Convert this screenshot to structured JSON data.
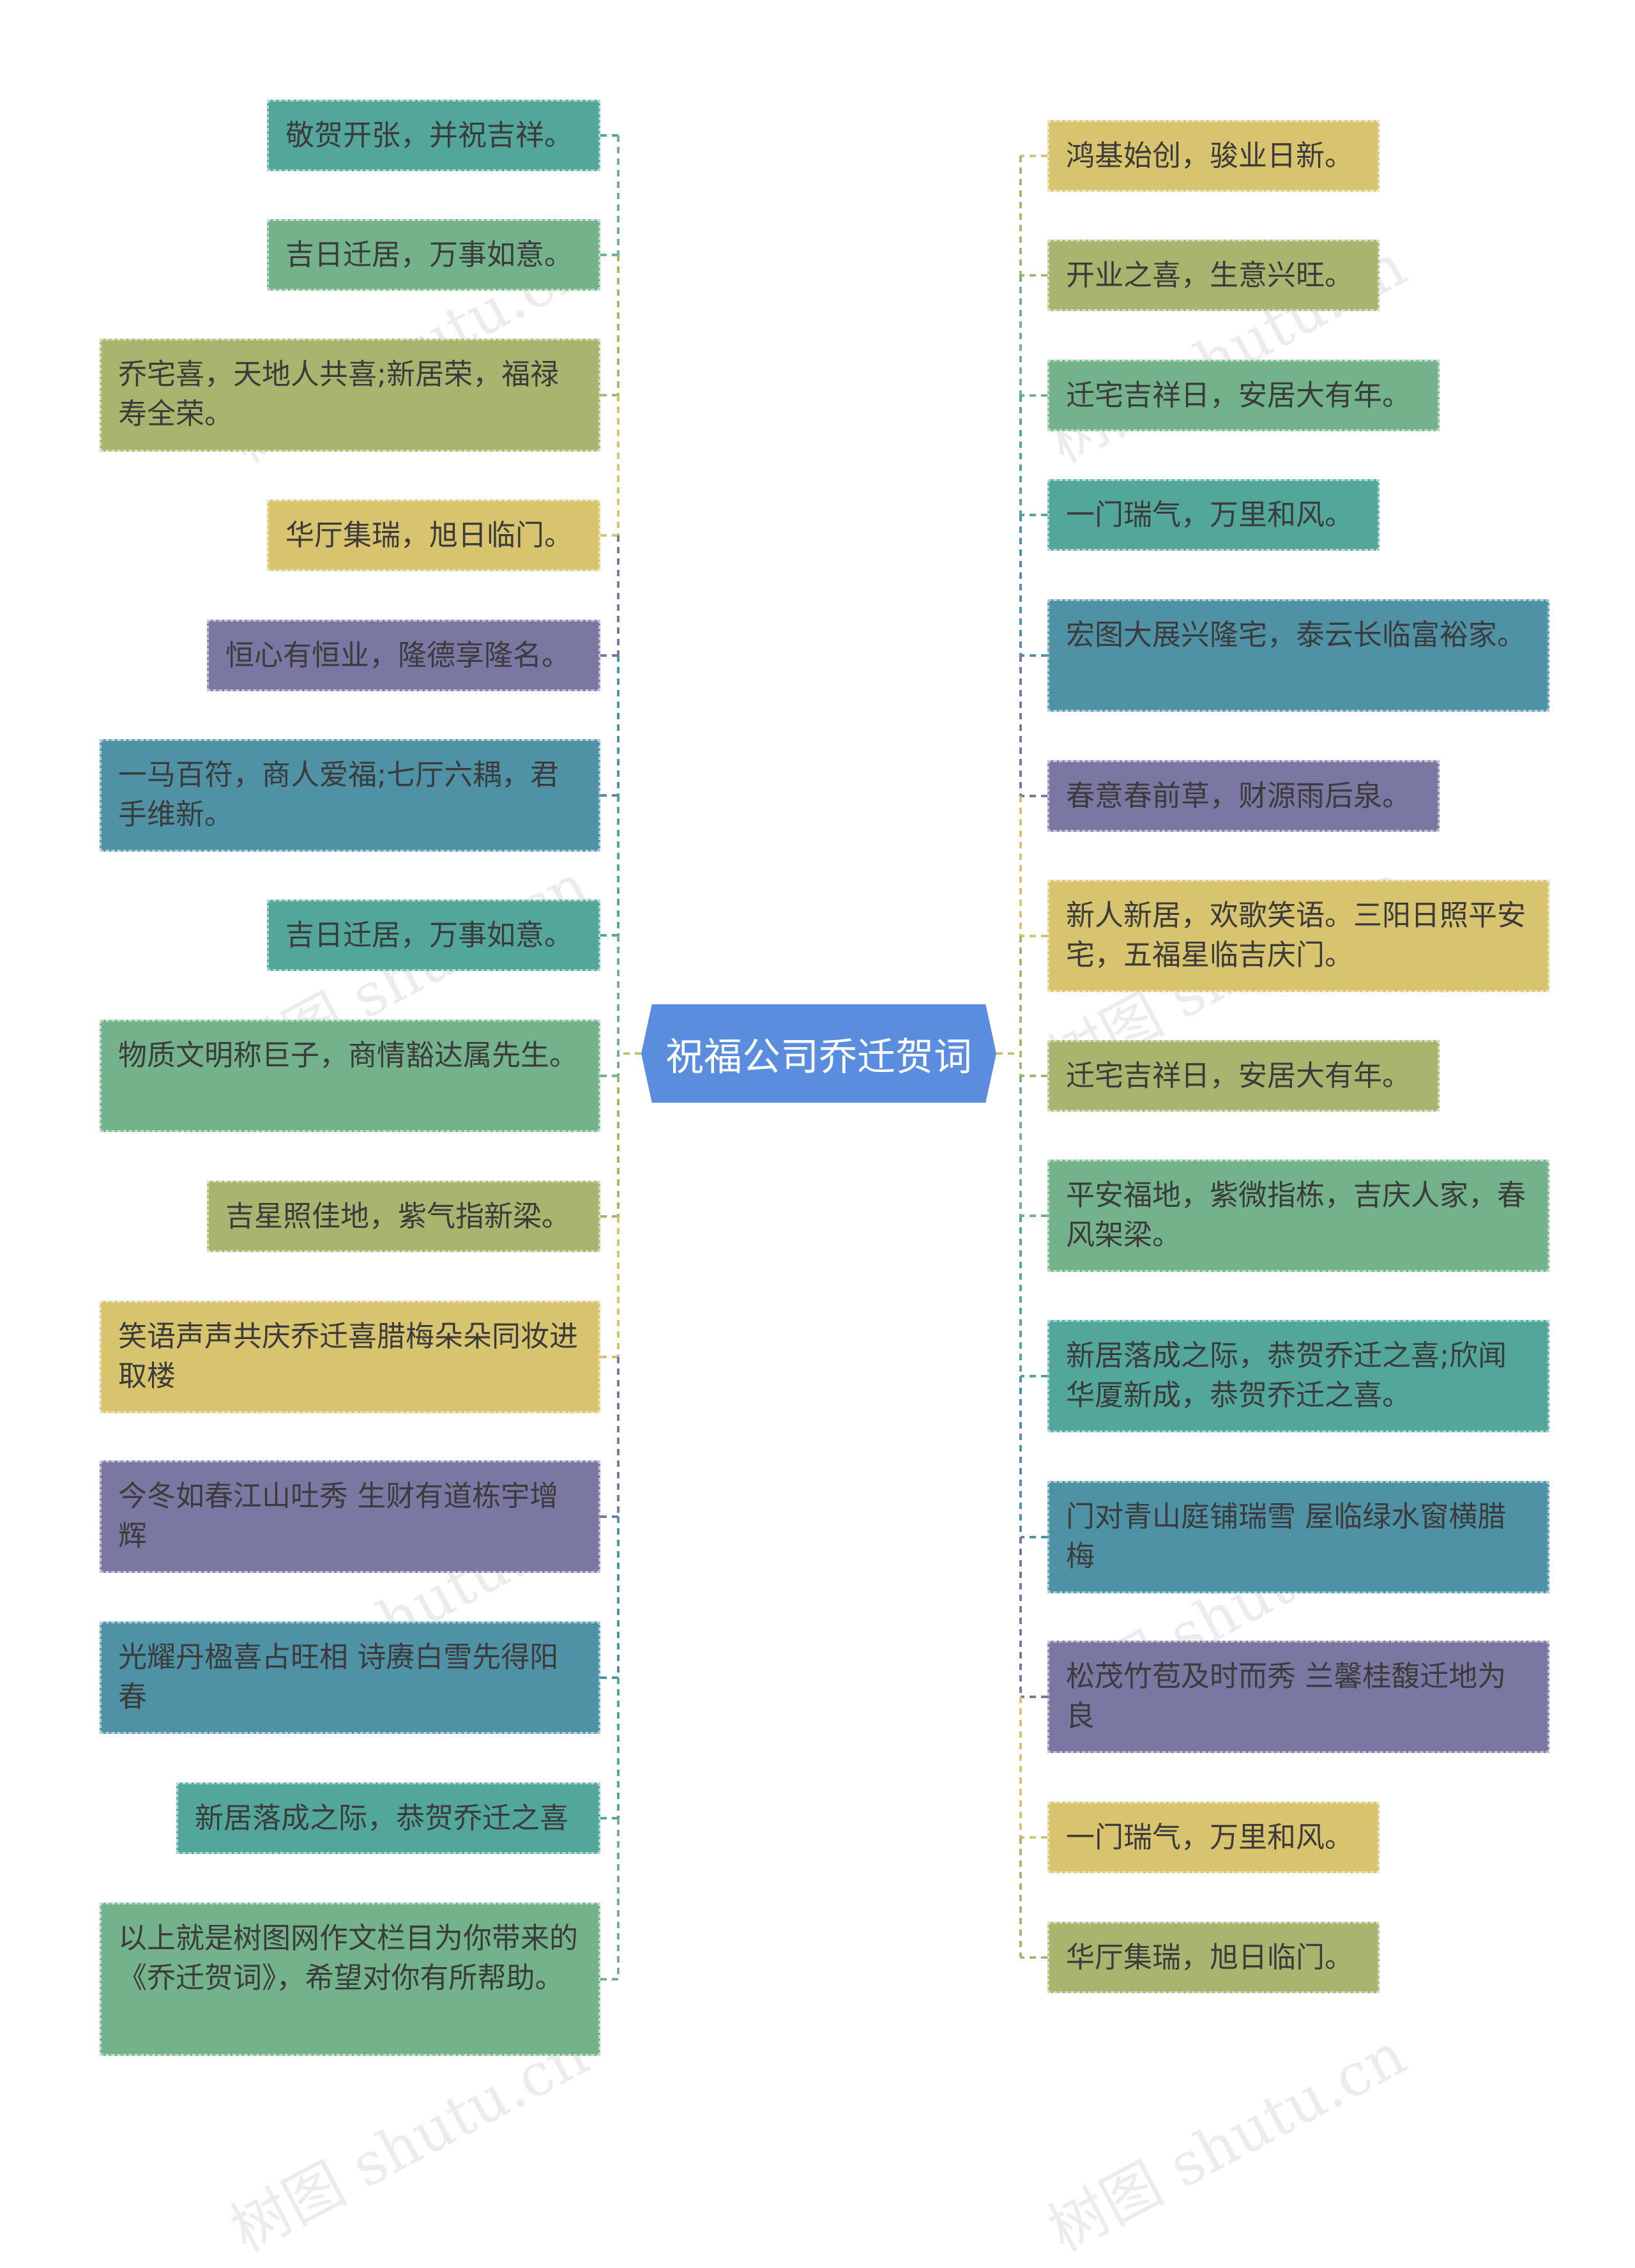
{
  "center": {
    "title": "祝福公司乔迁贺词"
  },
  "watermark": "树图 shutu.cn",
  "left_nodes": [
    {
      "text": "敬贺开张，并祝吉祥。",
      "color": "#52a69a"
    },
    {
      "text": "吉日迁居，万事如意。",
      "color": "#74b28b"
    },
    {
      "text": "乔宅喜，天地人共喜;新居荣，福禄寿全荣。",
      "color": "#a9b56e"
    },
    {
      "text": "华厅集瑞，旭日临门。",
      "color": "#d8c36e"
    },
    {
      "text": "恒心有恒业，隆德享隆名。",
      "color": "#7a77a3"
    },
    {
      "text": "一马百符，商人爱福;七厅六耦，君手维新。",
      "color": "#4f91a5"
    },
    {
      "text": "吉日迁居，万事如意。",
      "color": "#52a69a"
    },
    {
      "text": "物质文明称巨子，商情豁达属先生。",
      "color": "#74b28b"
    },
    {
      "text": "吉星照佳地，紫气指新梁。",
      "color": "#a9b56e"
    },
    {
      "text": "笑语声声共庆乔迁喜腊梅朵朵同妆进取楼",
      "color": "#d8c36e"
    },
    {
      "text": "今冬如春江山吐秀 生财有道栋宇增辉",
      "color": "#7a77a3"
    },
    {
      "text": "光耀丹楹喜占旺相 诗赓白雪先得阳春",
      "color": "#4f91a5"
    },
    {
      "text": "新居落成之际，恭贺乔迁之喜",
      "color": "#52a69a"
    },
    {
      "text": "以上就是树图网作文栏目为你带来的《乔迁贺词》，希望对你有所帮助。",
      "color": "#74b28b"
    }
  ],
  "right_nodes": [
    {
      "text": "鸿基始创，骏业日新。",
      "color": "#d8c36e"
    },
    {
      "text": "开业之喜，生意兴旺。",
      "color": "#a9b56e"
    },
    {
      "text": "迁宅吉祥日，安居大有年。",
      "color": "#74b28b"
    },
    {
      "text": "一门瑞气，万里和风。",
      "color": "#52a69a"
    },
    {
      "text": "宏图大展兴隆宅，泰云长临富裕家。",
      "color": "#4f91a5"
    },
    {
      "text": "春意春前草，财源雨后泉。",
      "color": "#7a77a3"
    },
    {
      "text": "新人新居，欢歌笑语。三阳日照平安宅，五福星临吉庆门。",
      "color": "#d8c36e"
    },
    {
      "text": "迁宅吉祥日，安居大有年。",
      "color": "#a9b56e"
    },
    {
      "text": "平安福地，紫微指栋，吉庆人家，春风架梁。",
      "color": "#74b28b"
    },
    {
      "text": "新居落成之际，恭贺乔迁之喜;欣闻华厦新成，恭贺乔迁之喜。",
      "color": "#52a69a"
    },
    {
      "text": "门对青山庭铺瑞雪 屋临绿水窗横腊梅",
      "color": "#4f91a5"
    },
    {
      "text": "松茂竹苞及时而秀 兰馨桂馥迁地为良",
      "color": "#7a77a3"
    },
    {
      "text": "一门瑞气，万里和风。",
      "color": "#d8c36e"
    },
    {
      "text": "华厅集瑞，旭日临门。",
      "color": "#a9b56e"
    }
  ]
}
